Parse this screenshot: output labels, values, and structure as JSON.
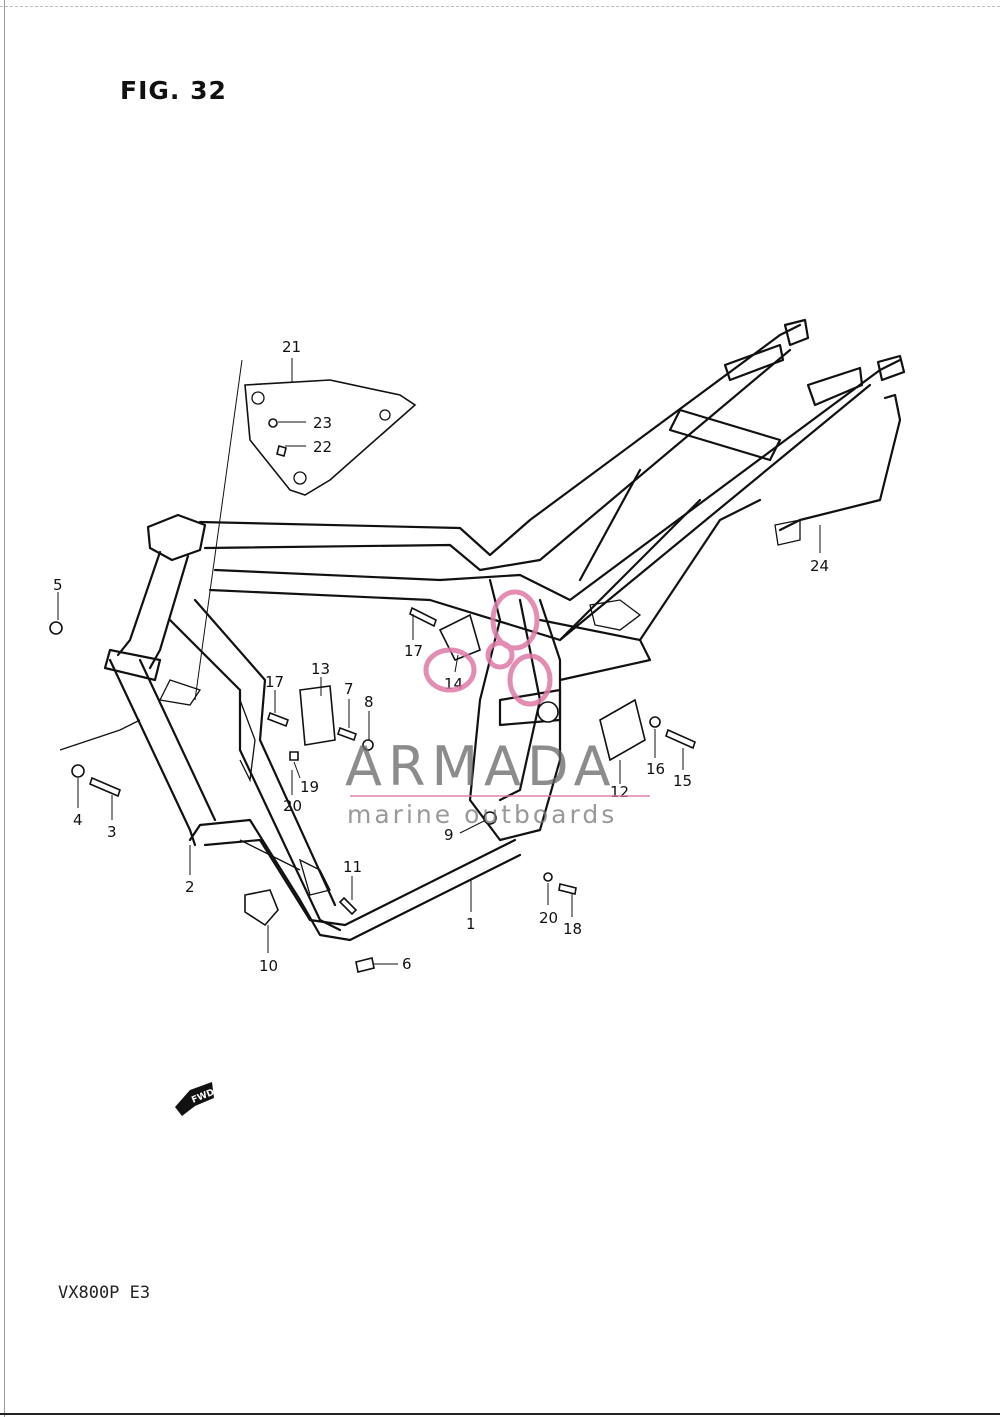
{
  "figure": {
    "title": "FIG. 32"
  },
  "model": {
    "label": "VX800P  E3"
  },
  "watermark": {
    "brand": "ARMADA",
    "tagline": "marine outboards",
    "accent_color": "#e07aa8"
  },
  "fwd_badge": {
    "label": "FWD"
  },
  "callouts": [
    {
      "id": "c1",
      "label": "1"
    },
    {
      "id": "c2",
      "label": "2"
    },
    {
      "id": "c3",
      "label": "3"
    },
    {
      "id": "c4",
      "label": "4"
    },
    {
      "id": "c5",
      "label": "5"
    },
    {
      "id": "c6",
      "label": "6"
    },
    {
      "id": "c7",
      "label": "7"
    },
    {
      "id": "c8",
      "label": "8"
    },
    {
      "id": "c9",
      "label": "9"
    },
    {
      "id": "c10",
      "label": "10"
    },
    {
      "id": "c11",
      "label": "11"
    },
    {
      "id": "c12",
      "label": "12"
    },
    {
      "id": "c13",
      "label": "13"
    },
    {
      "id": "c14",
      "label": "14"
    },
    {
      "id": "c15",
      "label": "15"
    },
    {
      "id": "c16",
      "label": "16"
    },
    {
      "id": "c17a",
      "label": "17"
    },
    {
      "id": "c17b",
      "label": "17"
    },
    {
      "id": "c18",
      "label": "18"
    },
    {
      "id": "c19",
      "label": "19"
    },
    {
      "id": "c20a",
      "label": "20"
    },
    {
      "id": "c20b",
      "label": "20"
    },
    {
      "id": "c21",
      "label": "21"
    },
    {
      "id": "c22",
      "label": "22"
    },
    {
      "id": "c23",
      "label": "23"
    },
    {
      "id": "c24",
      "label": "24"
    }
  ]
}
